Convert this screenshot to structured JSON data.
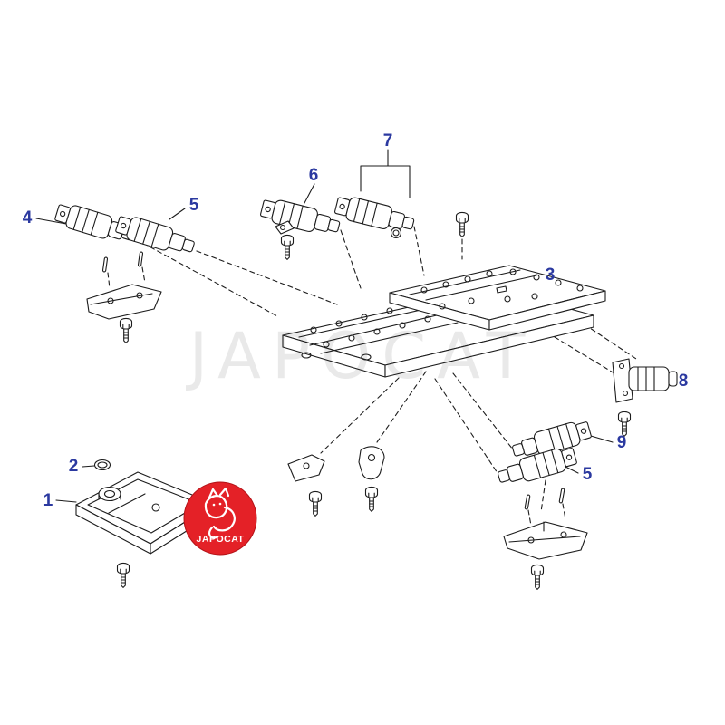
{
  "diagram": {
    "type": "exploded-parts-diagram",
    "callout_count": 10
  },
  "watermark": {
    "text": "JAPOCAT"
  },
  "logo": {
    "text": "JAPOCAT"
  },
  "colors": {
    "background": "#ffffff",
    "line": "#1c1c1c",
    "callout_blue": "#2b39a0",
    "logo_red": "#e42127",
    "watermark_gray": "rgba(40,40,40,0.10)"
  },
  "callouts": {
    "c1": {
      "label": "1",
      "part": "oil-strainer-pan"
    },
    "c2": {
      "label": "2",
      "part": "o-ring"
    },
    "c3": {
      "label": "3",
      "part": "valve-body-assembly"
    },
    "c4": {
      "label": "4",
      "part": "solenoid"
    },
    "c5a": {
      "label": "5",
      "part": "solenoid"
    },
    "c5b": {
      "label": "5",
      "part": "solenoid"
    },
    "c6": {
      "label": "6",
      "part": "solenoid"
    },
    "c7": {
      "label": "7",
      "part": "solenoid-with-o-ring"
    },
    "c8": {
      "label": "8",
      "part": "solenoid"
    },
    "c9": {
      "label": "9",
      "part": "solenoid"
    }
  }
}
